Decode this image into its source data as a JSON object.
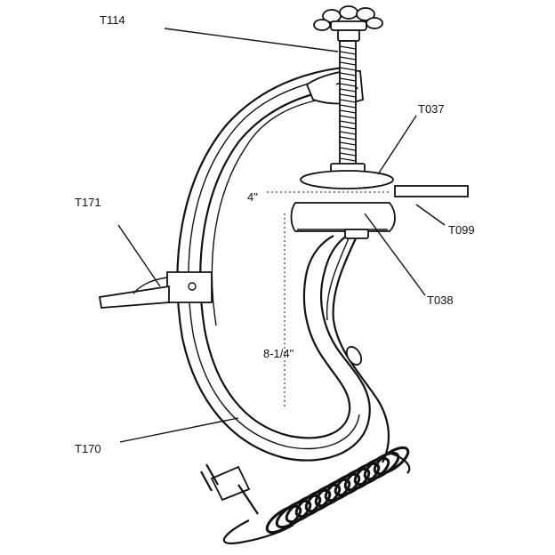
{
  "labels": {
    "t114": "T114",
    "t037": "T037",
    "t171": "T171",
    "t099": "T099",
    "t038": "T038",
    "t170": "T170"
  },
  "dimensions": {
    "jaw_opening": "4\"",
    "throat_depth": "8-1/4\""
  }
}
